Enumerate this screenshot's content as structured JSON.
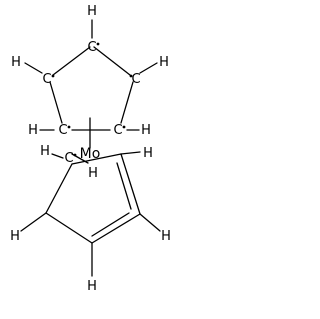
{
  "structure": {
    "metal_label": "Mo",
    "atoms": [
      {
        "id": "h-top",
        "label": "H"
      },
      {
        "id": "c-top",
        "label": "C"
      },
      {
        "id": "h-left-up",
        "label": "H"
      },
      {
        "id": "c-left-up",
        "label": "C"
      },
      {
        "id": "h-right-up",
        "label": "H"
      },
      {
        "id": "c-right-up",
        "label": "C"
      },
      {
        "id": "h-left-mid",
        "label": "H"
      },
      {
        "id": "c-left-mid",
        "label": "C"
      },
      {
        "id": "c-right-mid",
        "label": "C"
      },
      {
        "id": "h-right-mid",
        "label": "H"
      },
      {
        "id": "h-mo",
        "label": "H"
      },
      {
        "id": "h-low-left",
        "label": "H"
      },
      {
        "id": "c-low-left",
        "label": "C"
      },
      {
        "id": "h-low-right",
        "label": "H"
      },
      {
        "id": "h-left-low",
        "label": "H"
      },
      {
        "id": "h-right-low",
        "label": "H"
      },
      {
        "id": "h-bottom",
        "label": "H"
      }
    ]
  }
}
